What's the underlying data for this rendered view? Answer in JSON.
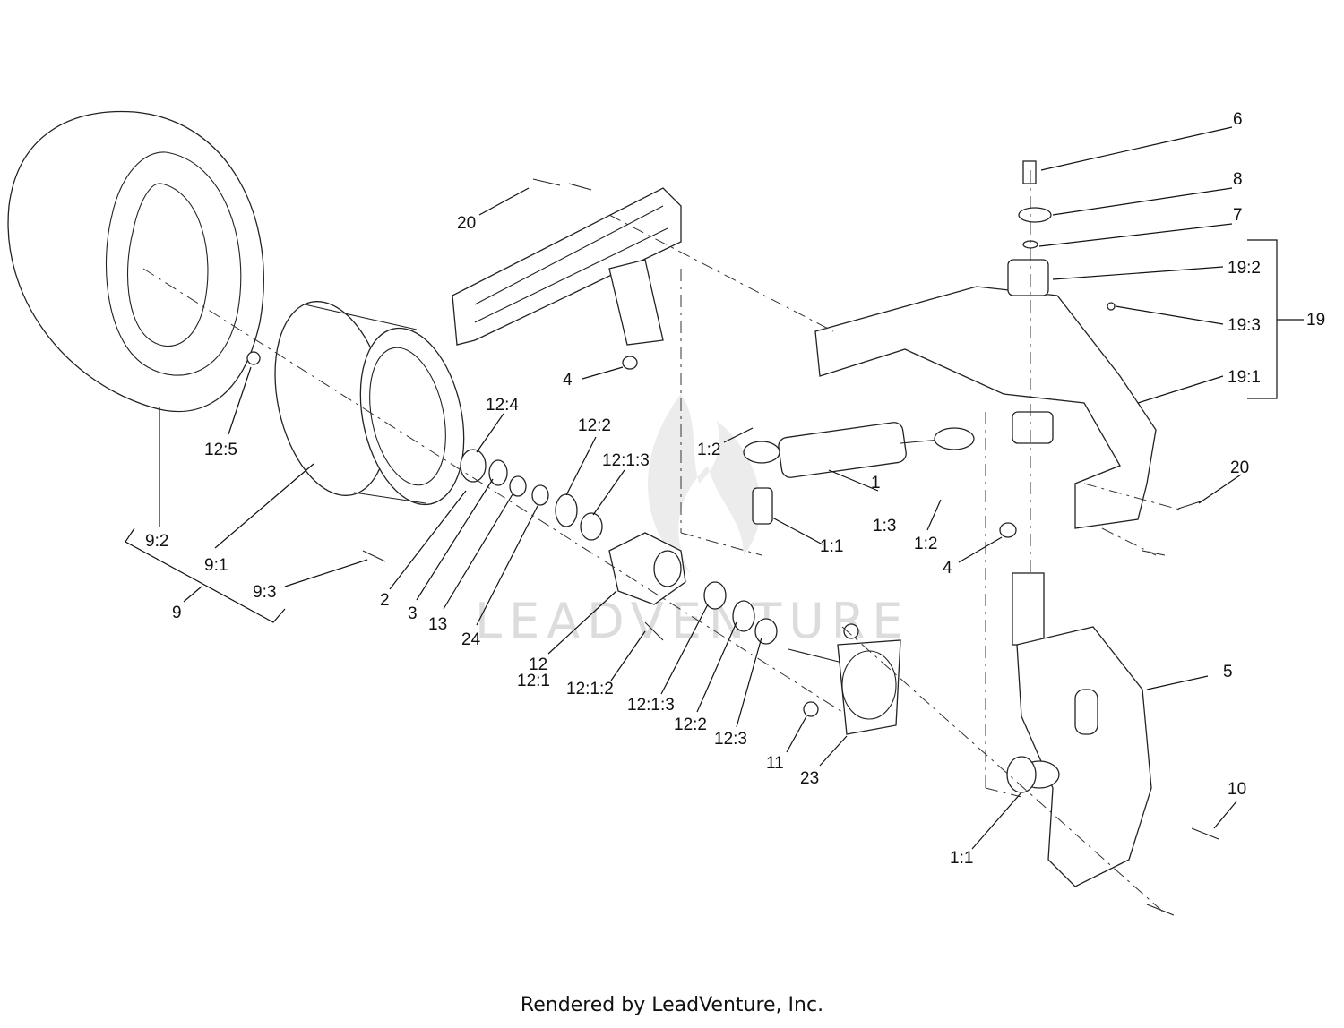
{
  "callouts": [
    {
      "id": "6",
      "text": "6"
    },
    {
      "id": "8",
      "text": "8"
    },
    {
      "id": "7",
      "text": "7"
    },
    {
      "id": "19_2",
      "text": "19:2"
    },
    {
      "id": "19_3",
      "text": "19:3"
    },
    {
      "id": "19",
      "text": "19"
    },
    {
      "id": "19_1",
      "text": "19:1"
    },
    {
      "id": "20a",
      "text": "20"
    },
    {
      "id": "20b",
      "text": "20"
    },
    {
      "id": "4a",
      "text": "4"
    },
    {
      "id": "4b",
      "text": "4"
    },
    {
      "id": "12_5",
      "text": "12:5"
    },
    {
      "id": "12_4",
      "text": "12:4"
    },
    {
      "id": "12_2a",
      "text": "12:2"
    },
    {
      "id": "12_1_3a",
      "text": "12:1:3"
    },
    {
      "id": "1_2a",
      "text": "1:2"
    },
    {
      "id": "1",
      "text": "1"
    },
    {
      "id": "1_3",
      "text": "1:3"
    },
    {
      "id": "1_2b",
      "text": "1:2"
    },
    {
      "id": "1_1a",
      "text": "1:1"
    },
    {
      "id": "9_2",
      "text": "9:2"
    },
    {
      "id": "9_1",
      "text": "9:1"
    },
    {
      "id": "9",
      "text": "9"
    },
    {
      "id": "9_3",
      "text": "9:3"
    },
    {
      "id": "2",
      "text": "2"
    },
    {
      "id": "3",
      "text": "3"
    },
    {
      "id": "13",
      "text": "13"
    },
    {
      "id": "24",
      "text": "24"
    },
    {
      "id": "12",
      "text": "12"
    },
    {
      "id": "12_1",
      "text": "12:1"
    },
    {
      "id": "12_1_2",
      "text": "12:1:2"
    },
    {
      "id": "12_1_3b",
      "text": "12:1:3"
    },
    {
      "id": "12_2b",
      "text": "12:2"
    },
    {
      "id": "12_3",
      "text": "12:3"
    },
    {
      "id": "11",
      "text": "11"
    },
    {
      "id": "23",
      "text": "23"
    },
    {
      "id": "5",
      "text": "5"
    },
    {
      "id": "10",
      "text": "10"
    },
    {
      "id": "1_1b",
      "text": "1:1"
    }
  ],
  "watermark": "LEADVENTURE",
  "footer": "Rendered by LeadVenture, Inc."
}
